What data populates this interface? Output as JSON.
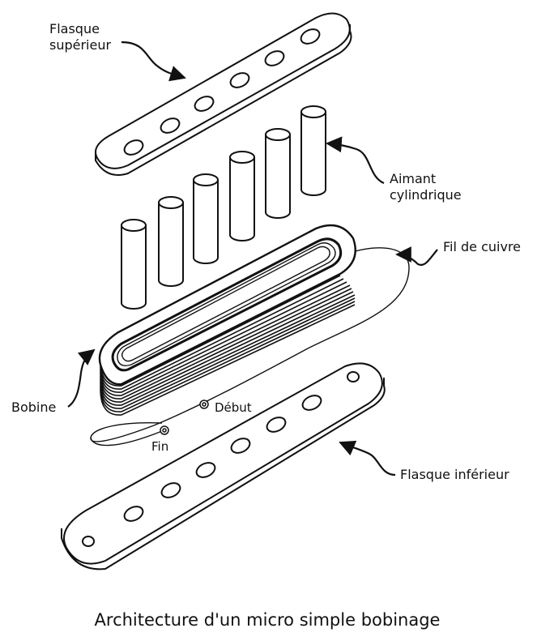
{
  "labels": {
    "top_plate_line1": "Flasque",
    "top_plate_line2": "supérieur",
    "magnet_line1": "Aimant",
    "magnet_line2": "cylindrique",
    "wire": "Fil de cuivre",
    "coil": "Bobine",
    "start": "Début",
    "end": "Fin",
    "bottom_plate": "Flasque inférieur"
  },
  "caption": "Architecture d'un micro simple bobinage",
  "colors": {
    "line": "#111111",
    "background": "#ffffff"
  }
}
